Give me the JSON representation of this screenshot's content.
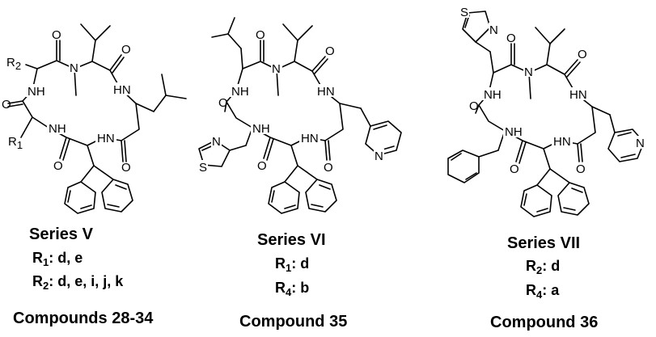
{
  "figure": {
    "panels": [
      {
        "series_title": "Series V",
        "r_lines": [
          {
            "r": "R",
            "sub": "1",
            "value": ": d, e"
          },
          {
            "r": "R",
            "sub": "2",
            "value": ": d, e, i, j, k"
          }
        ],
        "compound_label": "Compounds 28-34",
        "atoms": {
          "o_top1": "O",
          "o_top2": "O",
          "n_me": "N",
          "r2": "R",
          "r2_sub": "2",
          "nh_left": "NH",
          "hn_right": "HN",
          "o_left": "O",
          "r1": "R",
          "r1_sub": "1",
          "nh_bl": "NH",
          "hn_br": "HN",
          "o_bl": "O",
          "o_br": "O"
        }
      },
      {
        "series_title": "Series VI",
        "r_lines": [
          {
            "r": "R",
            "sub": "1",
            "value": ": d"
          },
          {
            "r": "R",
            "sub": "4",
            "value": ": b"
          }
        ],
        "compound_label": "Compound 35",
        "atoms": {
          "o_top1": "O",
          "o_top2": "O",
          "n_me": "N",
          "nh_left": "NH",
          "hn_right": "HN",
          "o_left": "O",
          "o_right": "O",
          "nh_bl": "NH",
          "hn_br": "HN",
          "o_bl": "O",
          "thz_n": "N",
          "thz_s": "S",
          "pyr_n": "N"
        }
      },
      {
        "series_title": "Series VII",
        "r_lines": [
          {
            "r": "R",
            "sub": "2",
            "value": ": d"
          },
          {
            "r": "R",
            "sub": "4",
            "value": ": a"
          }
        ],
        "compound_label": "Compound 36",
        "atoms": {
          "thz_s": "S",
          "thz_n": "N",
          "o_top1": "O",
          "o_top2": "O",
          "n_me": "N",
          "nh_left": "NH",
          "hn_right": "HN",
          "o_left": "O",
          "o_right": "O",
          "nh_bl": "NH",
          "hn_br": "HN",
          "o_bl": "O",
          "pyr_n": "N"
        }
      }
    ]
  }
}
